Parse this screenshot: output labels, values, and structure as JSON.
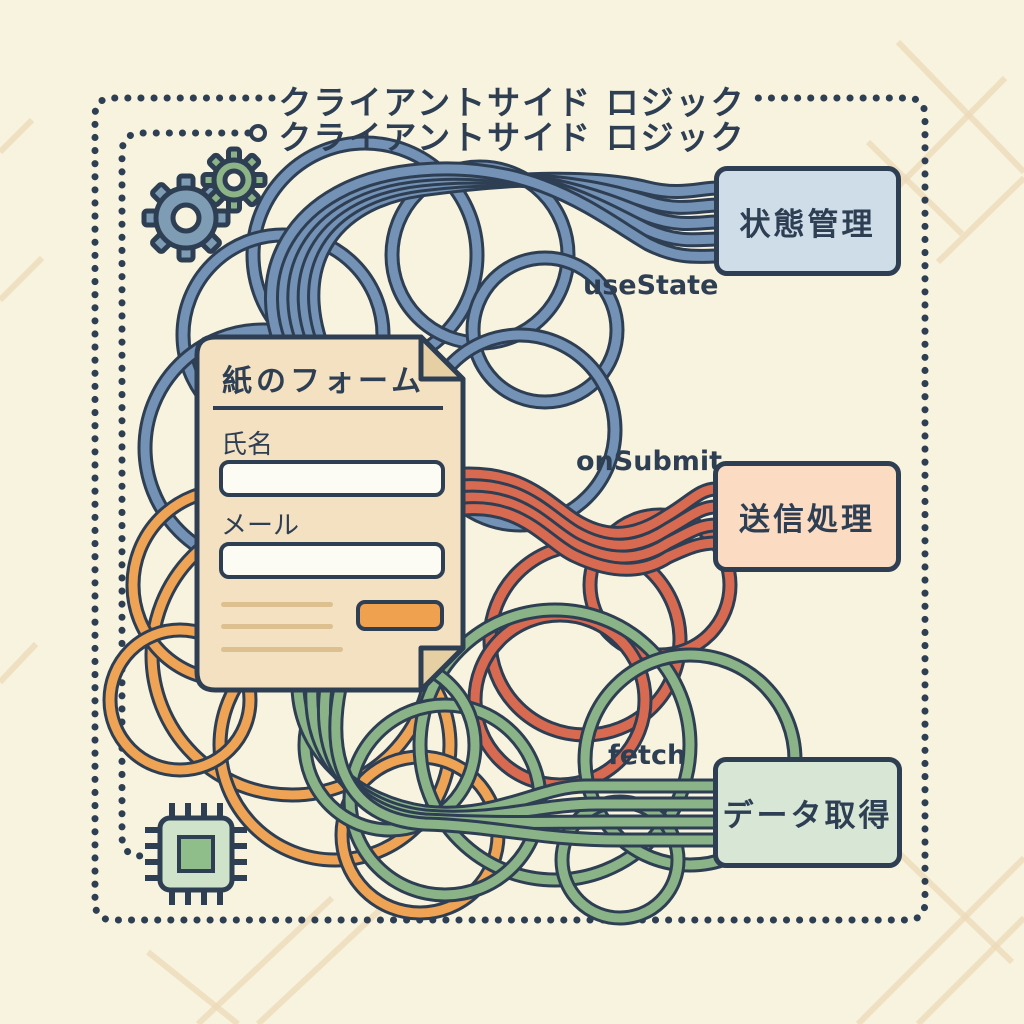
{
  "colors": {
    "bg": "#f8f3de",
    "navy": "#2e3f54",
    "wire-blue": "#7392b5",
    "wire-red": "#d96a52",
    "wire-green": "#8bb388",
    "wire-orange": "#efa355",
    "paper-fill": "#f4e1c1",
    "paper-fold": "#e7cfa4",
    "box-state-fill": "#cfdde9",
    "box-submit-fill": "#fbdcc3",
    "box-fetch-fill": "#d7e6d5",
    "button-orange": "#f0a14f",
    "input-fill": "#fdfcf4",
    "line-tan": "#dcc08f",
    "pattern": "#ecd9b8",
    "gear-blue": "#7f9cb5",
    "gear-green": "#8cb487",
    "chip-fill": "#cfe3cb",
    "chip-core": "#8fbe8b"
  },
  "titles": {
    "main": "クライアントサイド ロジック",
    "secondary": "クライアントサイド ロジック"
  },
  "form": {
    "title": "紙のフォーム",
    "fields": [
      {
        "label": "氏名"
      },
      {
        "label": "メール"
      }
    ]
  },
  "nodes": [
    {
      "id": "state",
      "label": "状態管理",
      "wire_label": "useState",
      "wire_color": "#7392b5"
    },
    {
      "id": "submit",
      "label": "送信処理",
      "wire_label": "onSubmit",
      "wire_color": "#d96a52"
    },
    {
      "id": "fetch",
      "label": "データ取得",
      "wire_label": "fetch",
      "wire_color": "#8bb388"
    }
  ],
  "icons": {
    "gears": "gears-icon",
    "chip": "chip-icon"
  }
}
